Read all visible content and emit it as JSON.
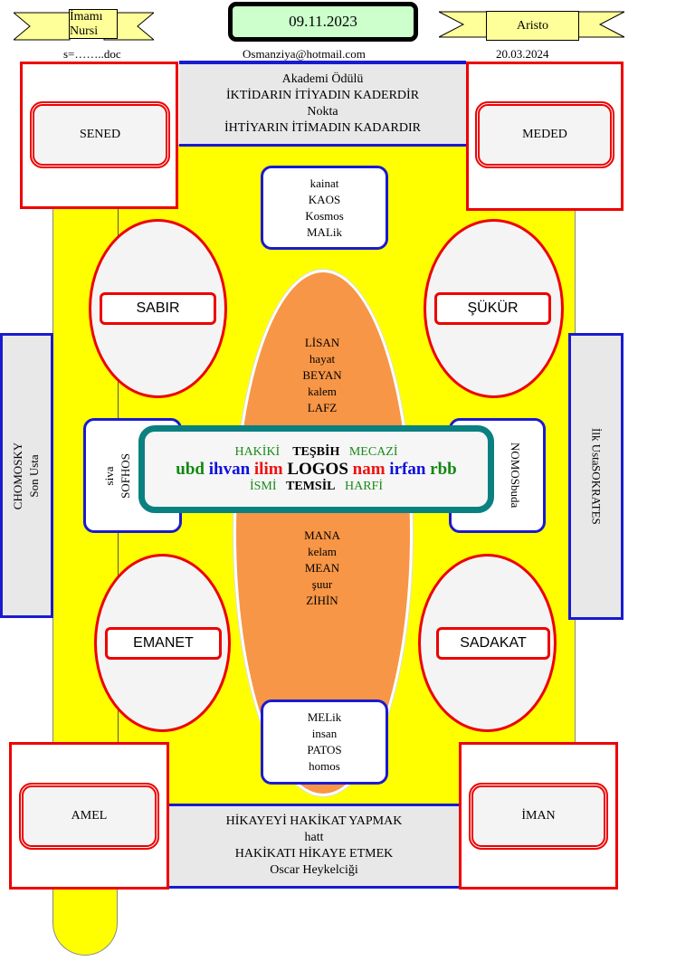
{
  "header": {
    "left_ribbon": "İmamı Nursi",
    "date_box": "09.11.2023",
    "right_ribbon": "Aristo",
    "left_note": "s=……..doc",
    "email": "Osmanziya@hotmail.com",
    "right_date": "20.03.2024"
  },
  "top_box": [
    "Akademi Ödülü",
    "İKTİDARIN İTİYADIN KADERDİR",
    "Nokta",
    "İHTİYARIN İTİMADIN KADARDIR"
  ],
  "corners": {
    "top_left": "SENED",
    "top_right": "MEDED",
    "bottom_left": "AMEL",
    "bottom_right": "İMAN"
  },
  "top_center_box": [
    "kainat",
    "KAOS",
    "Kosmos",
    "MALik"
  ],
  "bottom_center_box": [
    "MELik",
    "insan",
    "PATOS",
    "homos"
  ],
  "ellipses": {
    "sabir": "SABIR",
    "sukur": "ŞÜKÜR",
    "emanet": "EMANET",
    "sadakat": "SADAKAT"
  },
  "orange_top": [
    "LİSAN",
    "hayat",
    "BEYAN",
    "kalem",
    "LAFZ"
  ],
  "orange_bottom": [
    "MANA",
    "kelam",
    "MEAN",
    "şuur",
    "ZİHİN"
  ],
  "side_left": [
    "CHOMOSKY",
    "Son Usta"
  ],
  "side_right": [
    "İlk Usta",
    "SOKRATES"
  ],
  "inner_left": [
    "siva",
    "SOFHOS"
  ],
  "inner_right": [
    "NOMOS",
    "buda"
  ],
  "center": {
    "row1": [
      {
        "t": "HAKİKİ",
        "c": "#1a8a1a"
      },
      {
        "t": "TEŞBİH",
        "c": "#000000"
      },
      {
        "t": "MECAZİ",
        "c": "#1a8a1a"
      }
    ],
    "row2": [
      {
        "t": "ubd",
        "c": "#118811"
      },
      {
        "t": "ihvan",
        "c": "#1010dd"
      },
      {
        "t": "ilim",
        "c": "#ee1111"
      },
      {
        "t": "LOGOS",
        "c": "#000000"
      },
      {
        "t": "nam",
        "c": "#ee1111"
      },
      {
        "t": "irfan",
        "c": "#1010dd"
      },
      {
        "t": "rbb",
        "c": "#118811"
      }
    ],
    "row3": [
      {
        "t": "İSMİ",
        "c": "#1a8a1a"
      },
      {
        "t": "TEMSİL",
        "c": "#000000"
      },
      {
        "t": "HARFİ",
        "c": "#1a8a1a"
      }
    ]
  },
  "bottom_box": [
    "HİKAYEYİ HAKİKAT YAPMAK",
    "hatt",
    "HAKİKATI HİKAYE ETMEK",
    "Oscar Heykelciği"
  ]
}
